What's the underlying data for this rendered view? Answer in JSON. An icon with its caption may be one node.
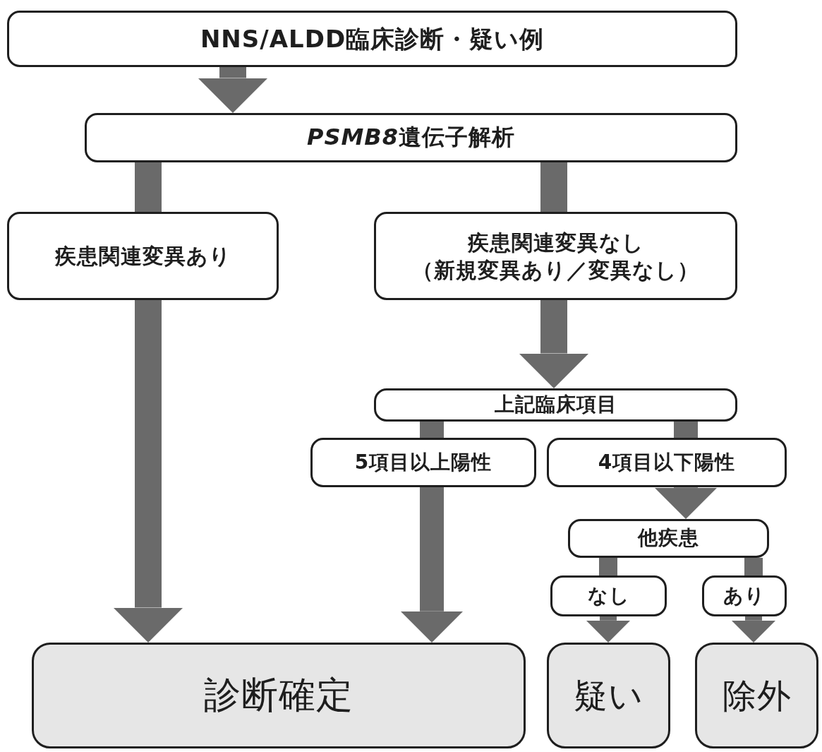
{
  "diagram": {
    "nodes": [
      {
        "text": [
          "NNS/ALDD臨床診断・疑い例"
        ]
      },
      {
        "text": [
          "PSMB8",
          "遺伝子解析"
        ]
      },
      {
        "text": [
          "疾患関連変異あり"
        ]
      },
      {
        "text": [
          "疾患関連変異なし",
          "（新規変異あり／変異なし）"
        ]
      },
      {
        "text": [
          "上記臨床項目"
        ]
      },
      {
        "text": [
          "5項目以上陽性"
        ]
      },
      {
        "text": [
          "4項目以下陽性"
        ]
      },
      {
        "text": [
          "他疾患"
        ]
      },
      {
        "text": [
          "なし"
        ]
      },
      {
        "text": [
          "あり"
        ]
      },
      {
        "text": [
          "診断確定"
        ]
      },
      {
        "text": [
          "疑い"
        ]
      },
      {
        "text": [
          "除外"
        ]
      }
    ],
    "edges": [
      {
        "from": 0,
        "to": 1,
        "arrow": "to"
      },
      {
        "from": 1,
        "to": 2,
        "arrow": "none"
      },
      {
        "from": 1,
        "to": 3,
        "arrow": "none"
      },
      {
        "from": 2,
        "to": 10,
        "arrow": "to"
      },
      {
        "from": 3,
        "to": 4,
        "arrow": "to"
      },
      {
        "from": 4,
        "to": 5,
        "arrow": "none"
      },
      {
        "from": 4,
        "to": 6,
        "arrow": "none"
      },
      {
        "from": 5,
        "to": 10,
        "arrow": "to"
      },
      {
        "from": 6,
        "to": 7,
        "arrow": "to"
      },
      {
        "from": 7,
        "to": 8,
        "arrow": "none"
      },
      {
        "from": 7,
        "to": 9,
        "arrow": "none"
      },
      {
        "from": 8,
        "to": 11,
        "arrow": "to"
      },
      {
        "from": 9,
        "to": 12,
        "arrow": "to"
      }
    ]
  }
}
